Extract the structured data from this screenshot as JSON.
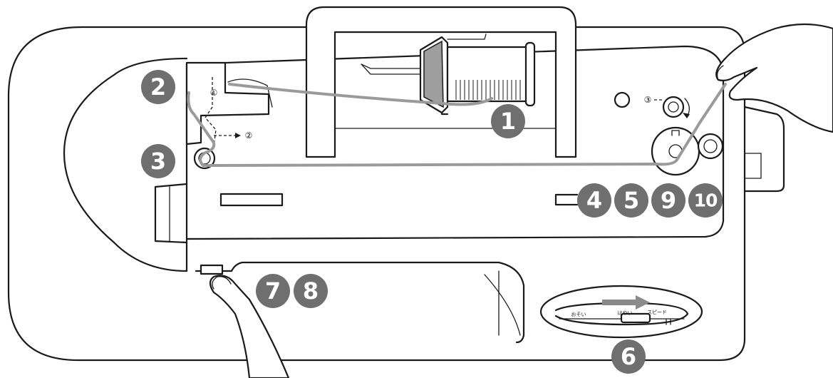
{
  "steps": {
    "s1": "1",
    "s2": "2",
    "s3": "3",
    "s4": "4",
    "s5": "5",
    "s6": "6",
    "s7": "7",
    "s8": "8",
    "s9": "9",
    "s10": "10"
  },
  "sub_markers": {
    "m1": "①",
    "m2": "②",
    "m3": "③"
  },
  "speed_slider": {
    "label_slow": "おそい",
    "label_mid": "はやい",
    "label_speed": "スピード"
  },
  "colors": {
    "badge": "#6f6f6f",
    "thread": "#9a9a9a",
    "line": "#1a1a1a"
  }
}
